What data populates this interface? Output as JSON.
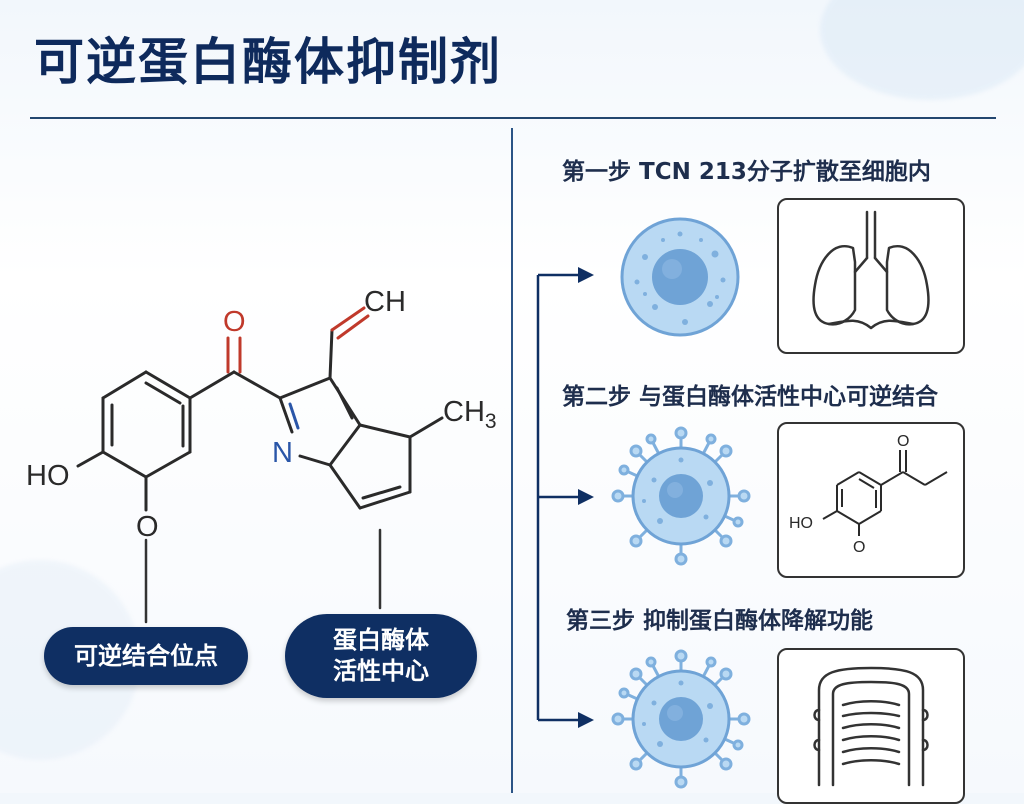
{
  "title": "可逆蛋白酶体抑制剂",
  "molecule": {
    "atoms": {
      "o_ketone": "O",
      "ch": "CH",
      "ch3_c": "CH",
      "ch3_sub": "3",
      "n": "N",
      "ho": "HO",
      "o_methoxy": "O"
    }
  },
  "labels": {
    "reversible_site": "可逆结合位点",
    "active_center_line1": "蛋白酶体",
    "active_center_line2": "活性中心"
  },
  "steps": [
    {
      "text": "第一步 TCN 213分子扩散至细胞内",
      "organ_icon": "lungs-icon",
      "cell_icon": "smooth-cell-icon"
    },
    {
      "text": "第二步 与蛋白酶体活性中心可逆结合",
      "organ_icon": "small-molecule-structure",
      "cell_icon": "spiked-cell-icon"
    },
    {
      "text": "第三步 抑制蛋白酶体降解功能",
      "organ_icon": "intestine-icon",
      "cell_icon": "spiked-cell-icon"
    }
  ],
  "inset_molecule": {
    "o": "O",
    "ho": "HO",
    "o2": "O"
  },
  "colors": {
    "title": "#0e2a5c",
    "accent_navy": "#0f2f63",
    "cell_fill": "#b9d9f3",
    "nucleus": "#6fa3d6",
    "oxygen_red": "#c0392b",
    "nitrogen_blue": "#2a56a8"
  }
}
